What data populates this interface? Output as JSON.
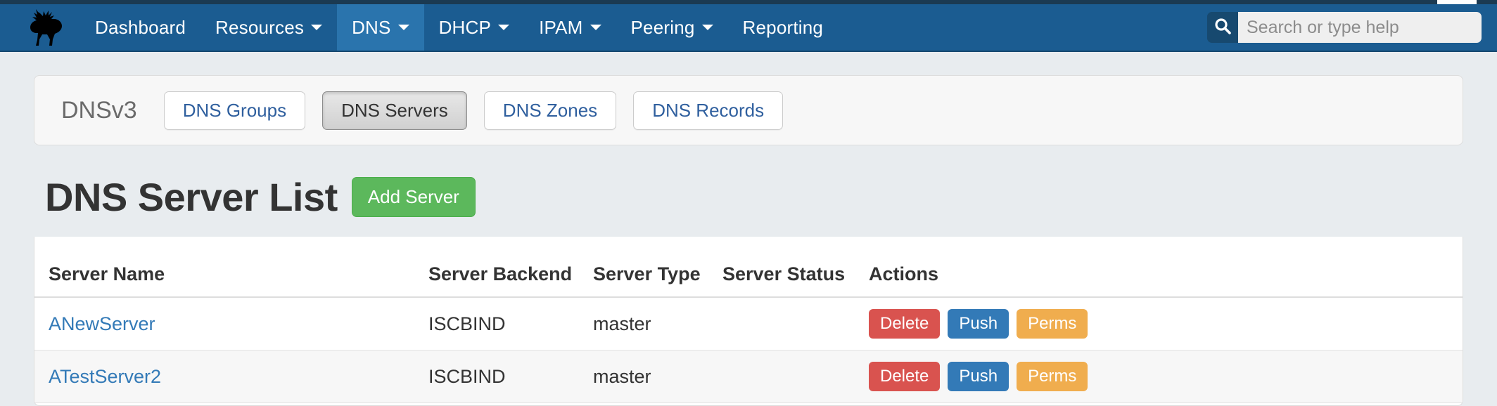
{
  "browser": {
    "chrome_visible": true
  },
  "navbar": {
    "brand_icon": "moose-logo-icon",
    "items": [
      {
        "label": "Dashboard",
        "has_caret": false,
        "active": false
      },
      {
        "label": "Resources",
        "has_caret": true,
        "active": false
      },
      {
        "label": "DNS",
        "has_caret": true,
        "active": true
      },
      {
        "label": "DHCP",
        "has_caret": true,
        "active": false
      },
      {
        "label": "IPAM",
        "has_caret": true,
        "active": false
      },
      {
        "label": "Peering",
        "has_caret": true,
        "active": false
      },
      {
        "label": "Reporting",
        "has_caret": false,
        "active": false
      }
    ],
    "search": {
      "icon": "search-icon",
      "placeholder": "Search or type help",
      "value": ""
    },
    "colors": {
      "background": "#1b5c91",
      "active_tab": "#2a74ad",
      "search_button": "#17496f"
    }
  },
  "subnav": {
    "title": "DNSv3",
    "buttons": [
      {
        "label": "DNS Groups",
        "active": false
      },
      {
        "label": "DNS Servers",
        "active": true
      },
      {
        "label": "DNS Zones",
        "active": false
      },
      {
        "label": "DNS Records",
        "active": false
      }
    ]
  },
  "page": {
    "title": "DNS Server List",
    "add_button": "Add Server",
    "add_button_color": "#5cb85c"
  },
  "table": {
    "columns": [
      "Server Name",
      "Server Backend",
      "Server Type",
      "Server Status",
      "Actions"
    ],
    "rows": [
      {
        "name": "ANewServer",
        "backend": "ISCBIND",
        "type": "master",
        "status": "",
        "actions": [
          "Delete",
          "Push",
          "Perms"
        ]
      },
      {
        "name": "ATestServer2",
        "backend": "ISCBIND",
        "type": "master",
        "status": "",
        "actions": [
          "Delete",
          "Push",
          "Perms"
        ]
      }
    ],
    "action_colors": {
      "delete": "#d9534f",
      "push": "#337ab7",
      "perms": "#f0ad4e"
    }
  }
}
